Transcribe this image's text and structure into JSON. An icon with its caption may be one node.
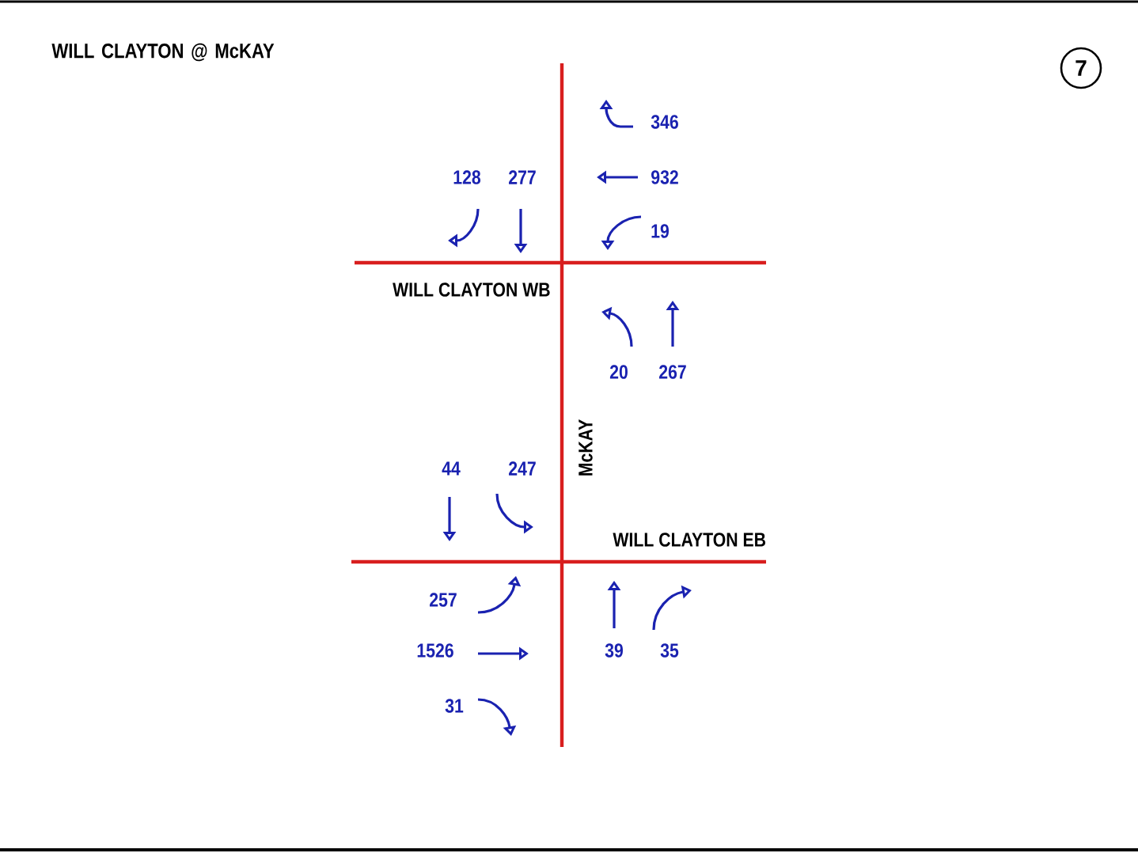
{
  "diagram": {
    "title": "WILL CLAYTON @ McKAY",
    "nodes": [
      {
        "text": [
          "7"
        ]
      }
    ],
    "labels": [
      "346",
      "128",
      "277",
      "932",
      "19",
      "WILL CLAYTON WB",
      "20",
      "267",
      "McKAY",
      "44",
      "247",
      "WILL CLAYTON EB",
      "257",
      "1526",
      "39",
      "35",
      "31"
    ]
  }
}
